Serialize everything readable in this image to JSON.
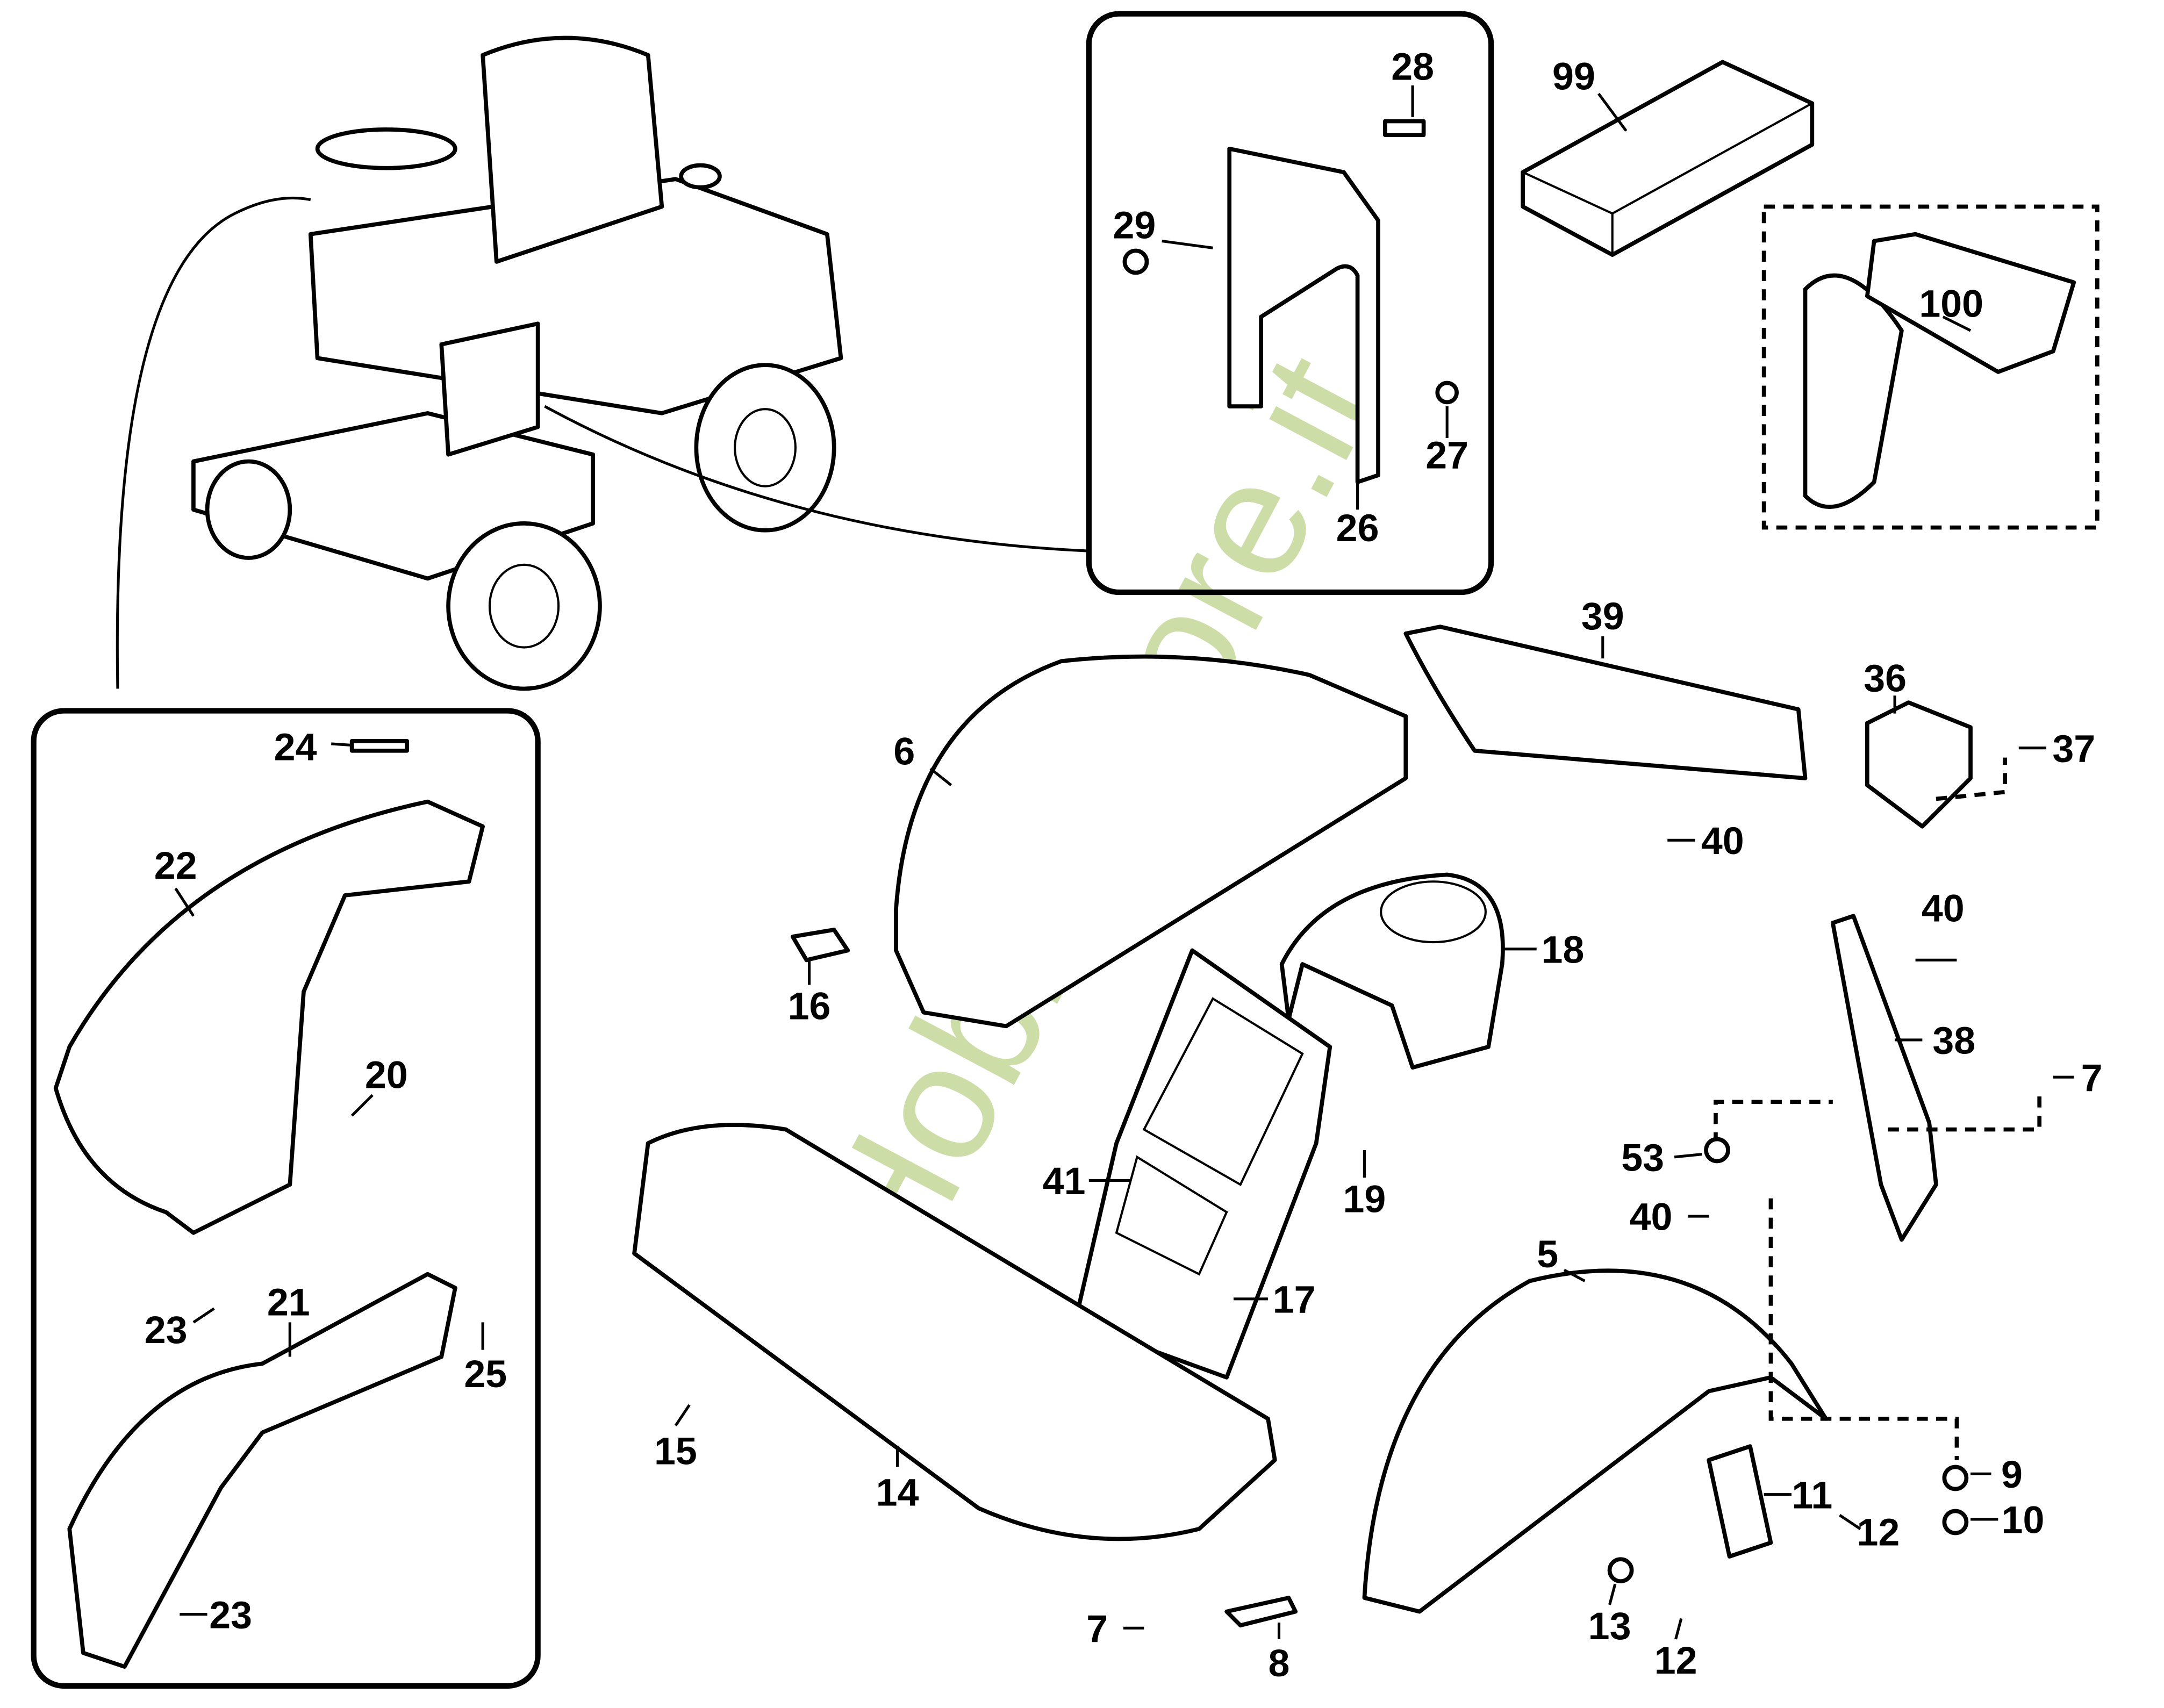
{
  "watermark": "HobbyStore.it",
  "watermark_color": "#c5d89a",
  "labels": [
    "28",
    "29",
    "27",
    "26",
    "99",
    "100",
    "24",
    "22",
    "20",
    "23",
    "21",
    "25",
    "23",
    "6",
    "16",
    "39",
    "36",
    "37",
    "40",
    "18",
    "40",
    "38",
    "7",
    "53",
    "40",
    "41",
    "19",
    "17",
    "5",
    "15",
    "14",
    "7",
    "8",
    "9",
    "10",
    "11",
    "12",
    "13",
    "12"
  ]
}
